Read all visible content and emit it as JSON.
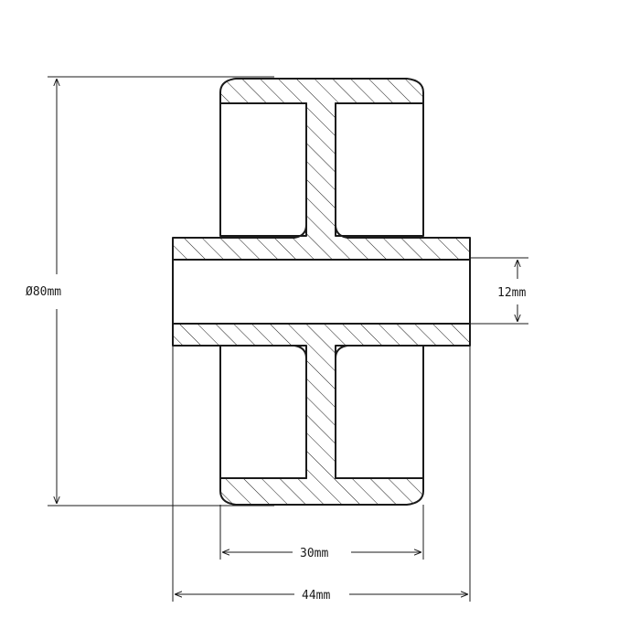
{
  "drawing": {
    "title": "",
    "dimensions": {
      "outer_diameter": "Ø80mm",
      "bore_diameter": "12mm",
      "tread_width": "30mm",
      "hub_length": "44mm"
    }
  },
  "colors": {
    "line": "#1a1a1a",
    "background": "#ffffff"
  }
}
